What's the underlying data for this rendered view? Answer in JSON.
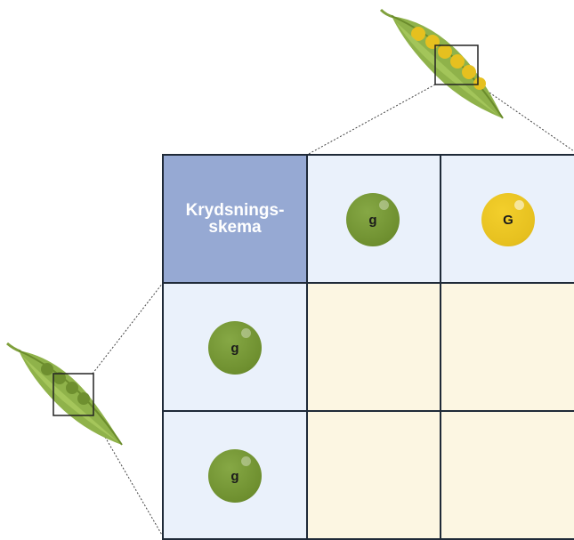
{
  "corner": {
    "line1": "Krydsnings-",
    "line2": "skema"
  },
  "columns": [
    {
      "allele": "g",
      "color": "green"
    },
    {
      "allele": "G",
      "color": "yellow"
    }
  ],
  "rows": [
    {
      "allele": "g",
      "color": "green"
    },
    {
      "allele": "g",
      "color": "green"
    }
  ],
  "colors": {
    "corner": "#96a9d3",
    "header_cell": "#eaf1fb",
    "body_cell": "#fcf6e2",
    "border": "#1f2a38",
    "green_pea": "#6e8f2f",
    "yellow_pea": "#e6c01f",
    "pod": "#8fb24a"
  },
  "icons": {
    "top_pod": "yellow-peas-pod-icon",
    "left_pod": "green-peas-pod-icon"
  }
}
